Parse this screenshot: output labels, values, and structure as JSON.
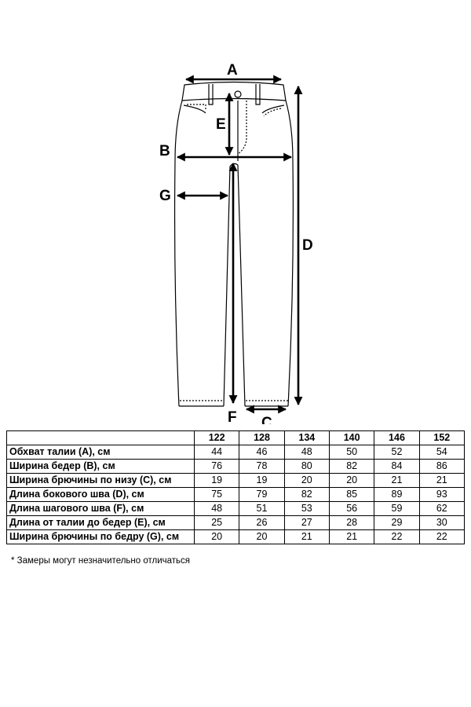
{
  "diagram": {
    "labels": {
      "a": "A",
      "b": "B",
      "c": "C",
      "d": "D",
      "e": "E",
      "f": "F",
      "g": "G"
    }
  },
  "table": {
    "sizes": [
      "122",
      "128",
      "134",
      "140",
      "146",
      "152"
    ],
    "rows": [
      {
        "label": "Обхват талии (A), см",
        "values": [
          "44",
          "46",
          "48",
          "50",
          "52",
          "54"
        ]
      },
      {
        "label": "Ширина бедер (B), см",
        "values": [
          "76",
          "78",
          "80",
          "82",
          "84",
          "86"
        ]
      },
      {
        "label": "Ширина брючины по низу (C), см",
        "values": [
          "19",
          "19",
          "20",
          "20",
          "21",
          "21"
        ]
      },
      {
        "label": "Длина бокового шва (D), см",
        "values": [
          "75",
          "79",
          "82",
          "85",
          "89",
          "93"
        ]
      },
      {
        "label": "Длина шагового шва (F), см",
        "values": [
          "48",
          "51",
          "53",
          "56",
          "59",
          "62"
        ]
      },
      {
        "label": "Длина от талии до бедер (E), см",
        "values": [
          "25",
          "26",
          "27",
          "28",
          "29",
          "30"
        ]
      },
      {
        "label": "Ширина брючины по бедру (G), см",
        "values": [
          "20",
          "20",
          "21",
          "21",
          "22",
          "22"
        ]
      }
    ]
  },
  "footnote": "* Замеры могут незначительно отличаться"
}
